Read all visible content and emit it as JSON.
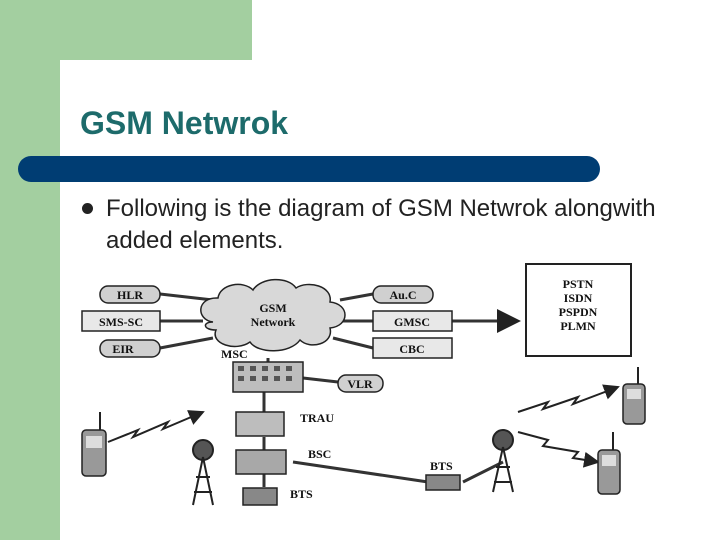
{
  "slide": {
    "title": "GSM Netwrok",
    "bullet": "Following is the diagram of GSM Netwrok alongwith added elements."
  },
  "diagram": {
    "hlr": "HLR",
    "sms_sc": "SMS-SC",
    "eir": "EIR",
    "cloud_line1": "GSM",
    "cloud_line2": "Network",
    "msc": "MSC",
    "auc": "Au.C",
    "gmsc": "GMSC",
    "cbc": "CBC",
    "vlr": "VLR",
    "trau": "TRAU",
    "bsc": "BSC",
    "bts_left": "BTS",
    "bts_right": "BTS",
    "ext_networks": [
      "PSTN",
      "ISDN",
      "PSPDN",
      "PLMN"
    ]
  },
  "colors": {
    "sidebar": "#a3cfa0",
    "title": "#1d6b6b",
    "rule": "#003d73"
  }
}
